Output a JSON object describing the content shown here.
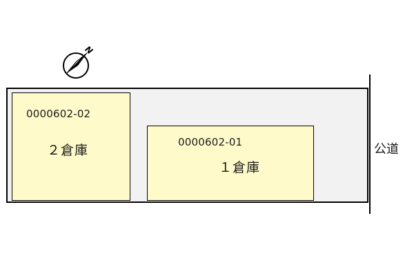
{
  "compass": {
    "icon": "north-arrow-icon",
    "label": "N"
  },
  "warehouses": [
    {
      "code": "0000602-02",
      "name": "２倉庫",
      "fill": "#fffac9"
    },
    {
      "code": "0000602-01",
      "name": "１倉庫",
      "fill": "#fffac9"
    }
  ],
  "road": {
    "label": "公道"
  },
  "colors": {
    "lot": "#f2f2f2",
    "warehouse": "#fffac9",
    "outline": "#000000"
  }
}
